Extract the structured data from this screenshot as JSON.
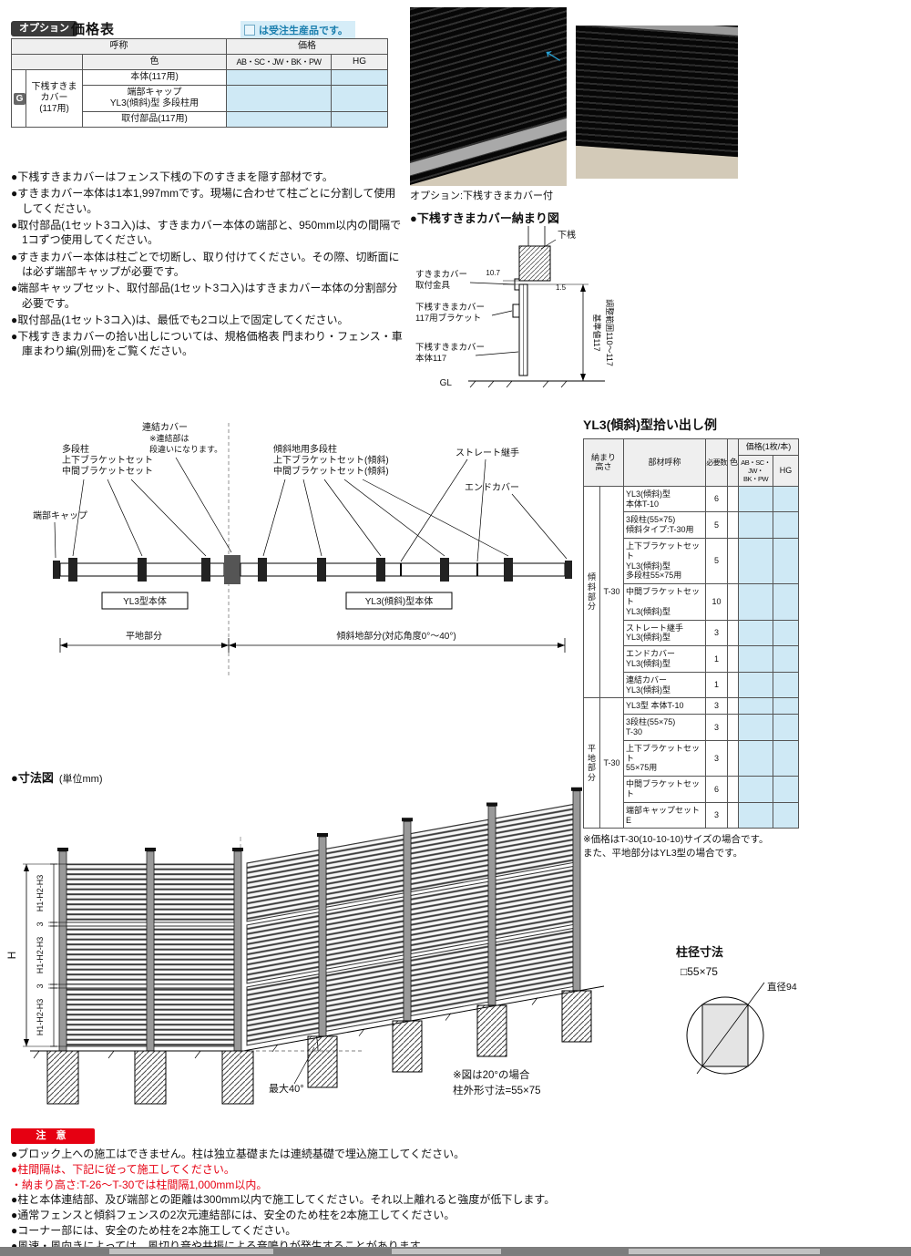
{
  "header": {
    "option_badge": "オプション",
    "title": "価格表",
    "legend_text": "は受注生産品です。"
  },
  "price_table": {
    "col_name": "呼称",
    "col_color": "色",
    "col_price": "価格",
    "col_price1": "AB・SC・JW・BK・PW",
    "col_price2": "HG",
    "group_code": "G",
    "group_name": "下桟すきま\nカバー\n(117用)",
    "items": [
      "本体(117用)",
      "端部キャップ\nYL3(傾斜)型 多段柱用",
      "取付部品(117用)"
    ]
  },
  "notes": [
    "●下桟すきまカバーはフェンス下桟の下のすきまを隠す部材です。",
    "●すきまカバー本体は1本1,997mmです。現場に合わせて柱ごとに分割して使用してください。",
    "●取付部品(1セット3コ入)は、すきまカバー本体の端部と、950mm以内の間隔で1コずつ使用してください。",
    "●すきまカバー本体は柱ごとで切断し、取り付けてください。その際、切断面には必ず端部キャップが必要です。",
    "●端部キャップセット、取付部品(1セット3コ入)はすきまカバー本体の分割部分必要です。",
    "●取付部品(1セット3コ入)は、最低でも2コ以上で固定してください。",
    "●下桟すきまカバーの拾い出しについては、規格価格表 門まわり・フェンス・車庫まわり編(別冊)をご覧ください。"
  ],
  "photos": {
    "caption": "オプション:下桟すきまカバー付",
    "arrow_icon": "→"
  },
  "osamari": {
    "title": "●下桟すきまカバー納まり図",
    "label_shitazan": "下桟",
    "label_kanagu": [
      "すきまカバー",
      "取付金具"
    ],
    "label_bracket": [
      "下桟すきまカバー",
      "117用ブラケット"
    ],
    "label_body": [
      "下桟すきまカバー",
      "本体117"
    ],
    "dim_107": "10.7",
    "dim_15": "1.5",
    "dim_base": "基準値117",
    "dim_range": "調整範囲110〜117",
    "label_gl": "GL"
  },
  "schematic": {
    "label_renketsu": [
      "連結カバー",
      "※連結部は",
      "段違いになります。"
    ],
    "label_tadan": [
      "多段柱",
      "上下ブラケットセット",
      "中間ブラケットセット"
    ],
    "label_tanbu": "端部キャップ",
    "label_keisha": [
      "傾斜地用多段柱",
      "上下ブラケットセット(傾斜)",
      "中間ブラケットセット(傾斜)"
    ],
    "label_straight": "ストレート継手",
    "label_end": "エンドカバー",
    "box_flat": "YL3型本体",
    "box_slope": "YL3(傾斜)型本体",
    "dim_flat": "平地部分",
    "dim_slope": "傾斜地部分(対応角度0°〜40°)"
  },
  "pickup": {
    "title": "YL3(傾斜)型拾い出し例",
    "col_height": "納まり\n高さ",
    "col_part": "部材呼称",
    "col_qty": "必要数",
    "col_color": "色",
    "col_price": "価格(1枚/本)",
    "col_price1": "AB・SC・JW・\nBK・PW",
    "col_price2": "HG",
    "groups": [
      {
        "area": "傾斜\n部分",
        "height": "T-30",
        "rows": [
          {
            "name": "YL3(傾斜)型\n本体T-10",
            "qty": "6"
          },
          {
            "name": "3段柱(55×75)\n傾斜タイプ:T-30用",
            "qty": "5"
          },
          {
            "name": "上下ブラケットセット\nYL3(傾斜)型\n多段柱55×75用",
            "qty": "5"
          },
          {
            "name": "中間ブラケットセット\nYL3(傾斜)型",
            "qty": "10"
          },
          {
            "name": "ストレート継手\nYL3(傾斜)型",
            "qty": "3"
          },
          {
            "name": "エンドカバー\nYL3(傾斜)型",
            "qty": "1"
          },
          {
            "name": "連結カバー\nYL3(傾斜)型",
            "qty": "1"
          }
        ]
      },
      {
        "area": "平地\n部分",
        "height": "T-30",
        "rows": [
          {
            "name": "YL3型 本体T-10",
            "qty": "3"
          },
          {
            "name": "3段柱(55×75)\nT-30",
            "qty": "3"
          },
          {
            "name": "上下ブラケットセット\n55×75用",
            "qty": "3"
          },
          {
            "name": "中間ブラケットセット",
            "qty": "6"
          },
          {
            "name": "端部キャップセットE",
            "qty": "3"
          }
        ]
      }
    ],
    "footnote": "※価格はT-30(10-10-10)サイズの場合です。\nまた、平地部分はYL3型の場合です。"
  },
  "dimension": {
    "title": "●寸法図",
    "unit": "(単位mm)",
    "label_h": "H",
    "label_tier": "H1-H2-H3",
    "label_gap": "3",
    "label_angle": "最大40°",
    "note": [
      "※図は20°の場合",
      "柱外形寸法=55×75"
    ]
  },
  "post": {
    "title": "柱径寸法",
    "size": "□55×75",
    "diameter": "直径94"
  },
  "caution": {
    "badge": "注  意",
    "items": [
      "●ブロック上への施工はできません。柱は独立基礎または連続基礎で埋込施工してください。",
      "●柱間隔は、下記に従って施工してください。",
      "・納まり高さ:T-26〜T-30では柱間隔1,000mm以内。",
      "●柱と本体連結部、及び端部との距離は300mm以内で施工してください。それ以上離れると強度が低下します。",
      "●通常フェンスと傾斜フェンスの2次元連結部には、安全のため柱を2本施工してください。",
      "●コーナー部には、安全のため柱を2本施工してください。",
      "●風速・風向きによっては、風切り音や共振による音鳴りが発生することがあります。"
    ]
  }
}
